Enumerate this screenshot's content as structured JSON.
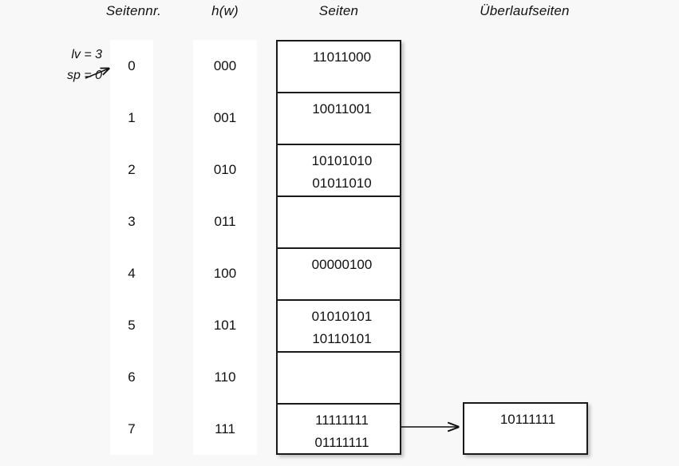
{
  "headers": {
    "seitennr": "Seitennr.",
    "hw": "h(w)",
    "seiten": "Seiten",
    "ueberlaufseiten": "Überlaufseiten"
  },
  "params": {
    "lv": "lv = 3",
    "sp": "sp = 0"
  },
  "rows": [
    {
      "seitennr": "0",
      "hw": "000",
      "page_lines": [
        "11011000"
      ]
    },
    {
      "seitennr": "1",
      "hw": "001",
      "page_lines": [
        "10011001"
      ]
    },
    {
      "seitennr": "2",
      "hw": "010",
      "page_lines": [
        "10101010",
        "01011010"
      ]
    },
    {
      "seitennr": "3",
      "hw": "011",
      "page_lines": []
    },
    {
      "seitennr": "4",
      "hw": "100",
      "page_lines": [
        "00000100"
      ]
    },
    {
      "seitennr": "5",
      "hw": "101",
      "page_lines": [
        "01010101",
        "10110101"
      ]
    },
    {
      "seitennr": "6",
      "hw": "110",
      "page_lines": []
    },
    {
      "seitennr": "7",
      "hw": "111",
      "page_lines": [
        "11111111",
        "01111111"
      ]
    }
  ],
  "overflow": {
    "from_row": "7",
    "lines": [
      "10111111"
    ]
  },
  "colors": {
    "background": "#f8f8f8",
    "band": "#ffffff",
    "stroke": "#1a1a1a",
    "text": "#111111"
  }
}
